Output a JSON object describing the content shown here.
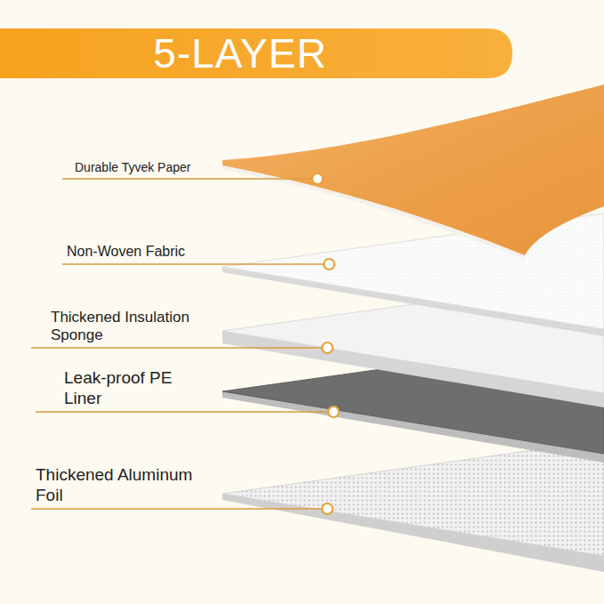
{
  "diagram": {
    "title": "5-LAYER",
    "labels": [
      "Durable Tyvek Paper",
      "Non-Woven Fabric",
      "Thickened Insulation Sponge",
      "Leak-proof PE Liner",
      "Thickened Aluminum Foil"
    ]
  }
}
